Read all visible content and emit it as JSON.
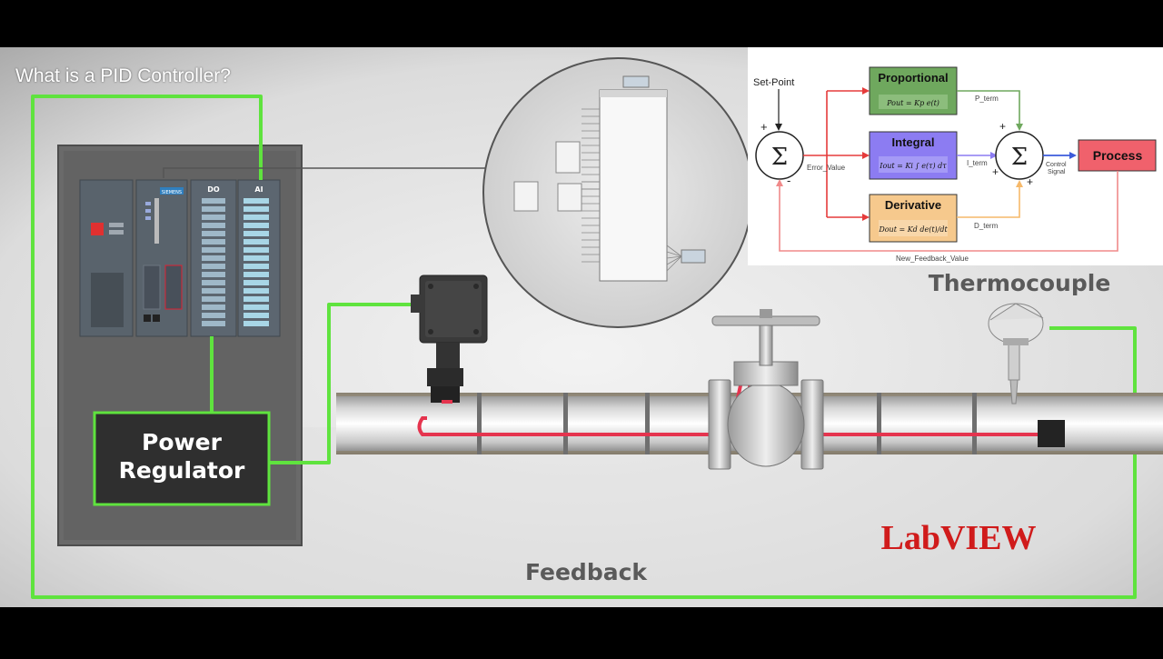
{
  "video_title": "What is a PID Controller?",
  "labels": {
    "power_regulator": [
      "Power",
      "Regulator"
    ],
    "feedback": "Feedback",
    "thermocouple": "Thermocouple",
    "labview": "LabVIEW"
  },
  "plc": {
    "brand": "SIEMENS",
    "do_module": "DO",
    "ai_module": "AI"
  },
  "pid_diagram": {
    "setpoint": "Set-Point",
    "sigma": "Σ",
    "proportional": {
      "title": "Proportional",
      "formula": "Pout = Kp e(t)",
      "term": "P_term"
    },
    "integral": {
      "title": "Integral",
      "formula": "Iout = Ki ∫ e(τ) dτ",
      "term": "I_term"
    },
    "derivative": {
      "title": "Derivative",
      "formula": "Dout = Kd de(t)/dt",
      "term": "D_term"
    },
    "process": "Process",
    "error_value": "Error_Value",
    "control_signal": [
      "Control",
      "Signal"
    ],
    "feedback_value": "New_Feedback_Value",
    "signs": {
      "plus": "+",
      "minus": "-"
    }
  },
  "colors": {
    "green_wire": "#5fe33e",
    "heater_wire": "#e5344e",
    "labview_red": "#d01b1b",
    "prop_fill": "#6fa85e",
    "int_fill": "#8c7cf2",
    "der_fill": "#f6c98d",
    "process_fill": "#f0616c"
  }
}
